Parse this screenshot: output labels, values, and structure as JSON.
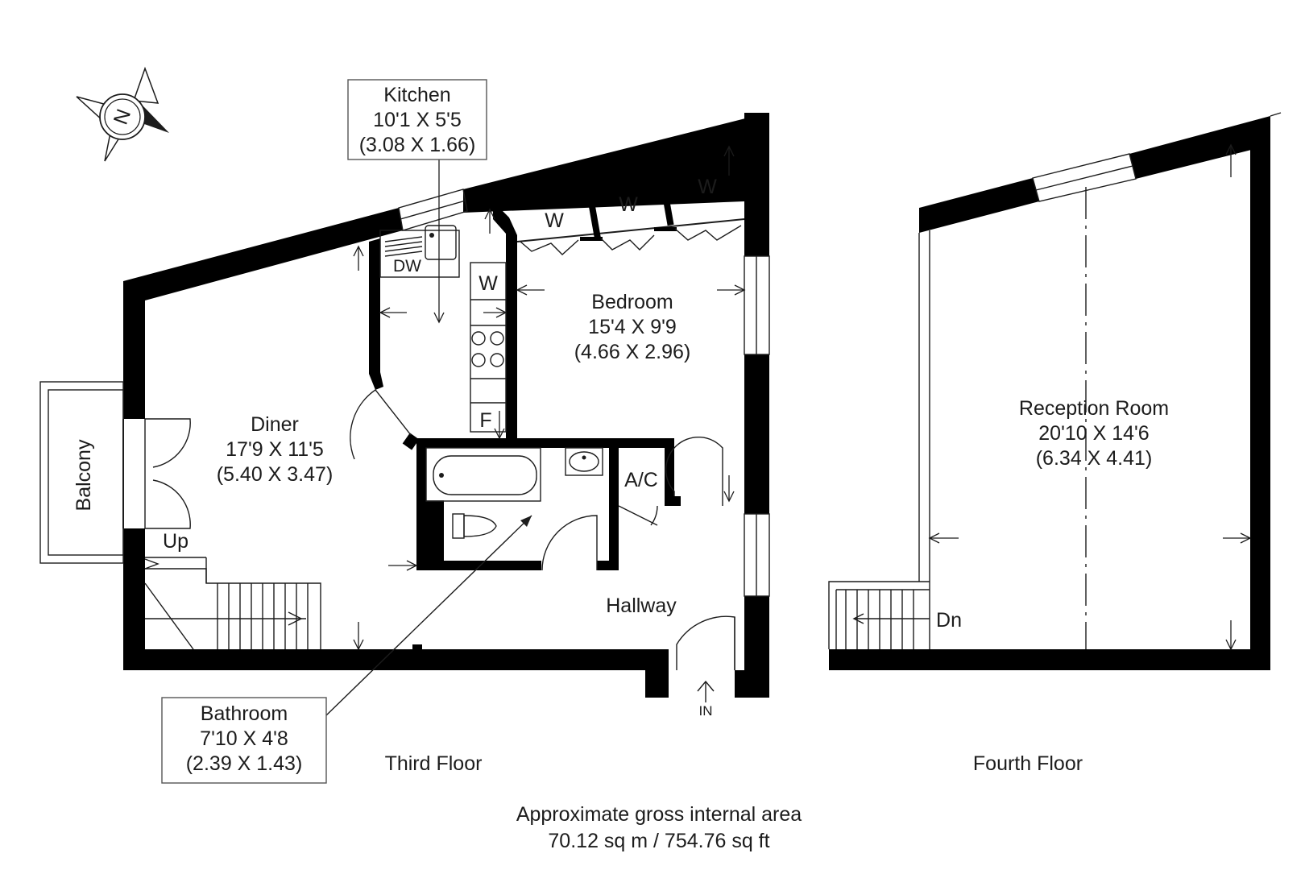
{
  "compass": {
    "label": "N",
    "icon": "compass-rose-icon"
  },
  "rooms": {
    "kitchen": {
      "name": "Kitchen",
      "imperial": "10'1 X 5'5",
      "metric": "(3.08 X 1.66)"
    },
    "bedroom": {
      "name": "Bedroom",
      "imperial": "15'4 X 9'9",
      "metric": "(4.66 X 2.96)"
    },
    "diner": {
      "name": "Diner",
      "imperial": "17'9 X 11'5",
      "metric": "(5.40 X 3.47)"
    },
    "bathroom": {
      "name": "Bathroom",
      "imperial": "7'10 X 4'8",
      "metric": "(2.39 X 1.43)"
    },
    "reception": {
      "name": "Reception Room",
      "imperial": "20'10 X 14'6",
      "metric": "(6.34 X 4.41)"
    },
    "hallway": {
      "name": "Hallway"
    },
    "balcony": {
      "name": "Balcony"
    }
  },
  "fixtures": {
    "wardrobe": "W",
    "dishwasher": "DW",
    "fridge": "F",
    "airing_cupboard": "A/C",
    "stairs_up": "Up",
    "stairs_down": "Dn",
    "entrance": "IN"
  },
  "floors": {
    "third": "Third Floor",
    "fourth": "Fourth Floor"
  },
  "area": {
    "caption": "Approximate gross internal area",
    "value": "70.12 sq m / 754.76 sq ft"
  }
}
